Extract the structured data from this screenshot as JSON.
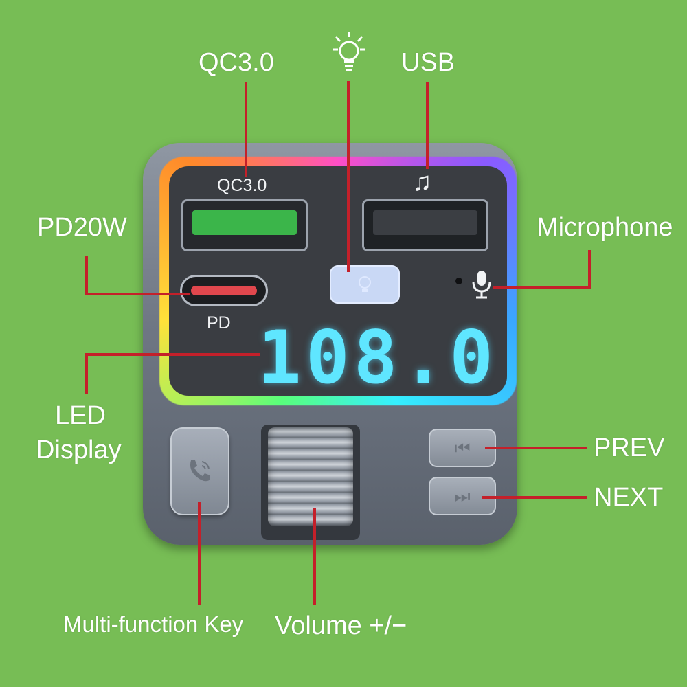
{
  "labels": {
    "qc": "QC3.0",
    "usb": "USB",
    "pd20w": "PD20W",
    "microphone": "Microphone",
    "led_line1": "LED",
    "led_line2": "Display",
    "prev": "PREV",
    "next": "NEXT",
    "multifunction": "Multi-function Key",
    "volume": "Volume +/−"
  },
  "device": {
    "qc_port_label": "QC3.0",
    "pd_port_label": "PD",
    "display_value": "108.0",
    "music_note": "♫",
    "prev_glyph": "⏮",
    "next_glyph": "⏭"
  },
  "icons": [
    "light-bulb-icon",
    "music-note-icon",
    "microphone-icon",
    "phone-icon",
    "prev-track-icon",
    "next-track-icon"
  ],
  "colors": {
    "background": "#77bd55",
    "leader": "#c4202a",
    "led": "#5fe6ff"
  }
}
